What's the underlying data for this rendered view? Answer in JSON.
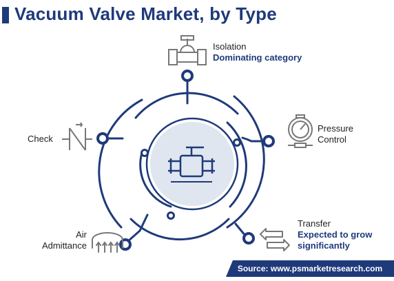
{
  "title": "Vacuum Valve Market, by Type",
  "segments": [
    {
      "name": "Isolation",
      "note": "Dominating category",
      "icon": "isolation-valve-icon"
    },
    {
      "name": "Pressure",
      "name2": "Control",
      "icon": "pressure-gauge-icon"
    },
    {
      "name": "Transfer",
      "note": "Expected to grow",
      "note2": "significantly",
      "icon": "transfer-arrows-icon"
    },
    {
      "name": "Air",
      "name2": "Admittance",
      "icon": "air-admittance-icon"
    },
    {
      "name": "Check",
      "icon": "check-valve-icon"
    }
  ],
  "center_icon": "ball-valve-icon",
  "source": "Source: www.psmarketresearch.com",
  "colors": {
    "navy": "#1f3a7a",
    "circuit": "#1f3a7a",
    "center_fill": "#dfe6ef",
    "icon_gray": "#777777"
  }
}
